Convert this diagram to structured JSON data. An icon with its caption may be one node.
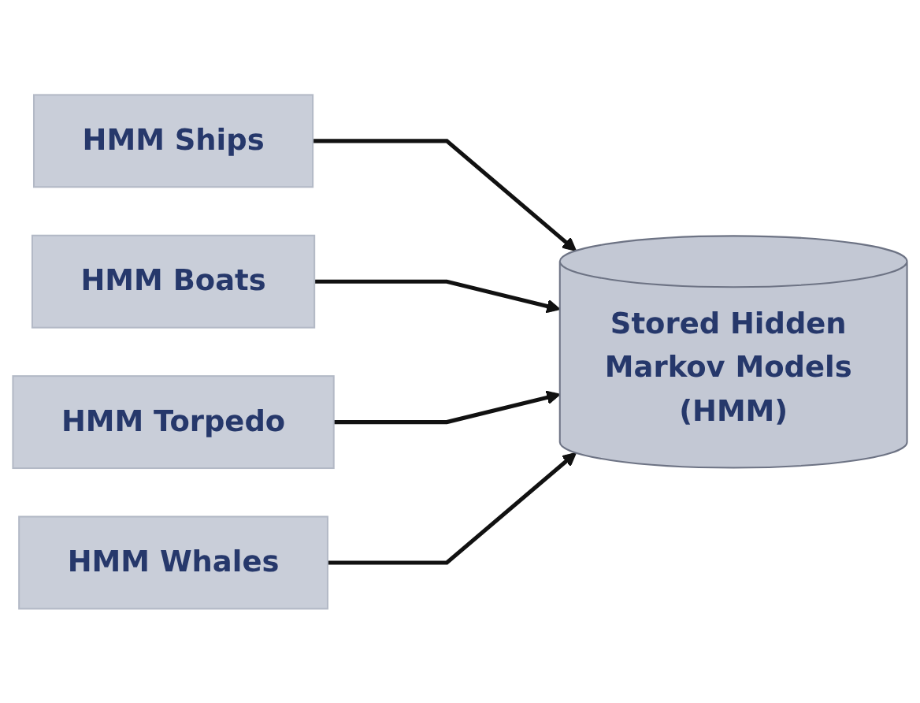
{
  "diagram": {
    "nodes": [
      {
        "text": [
          "HMM Ships"
        ]
      },
      {
        "text": [
          "HMM Boats"
        ]
      },
      {
        "text": [
          "HMM Torpedo"
        ]
      },
      {
        "text": [
          "HMM Whales"
        ]
      },
      {
        "text": [
          "Stored Hidden Markov Models (HMM)"
        ]
      }
    ],
    "edges": [
      {
        "from": 0,
        "to": 4,
        "arrow": "to"
      },
      {
        "from": 1,
        "to": 4,
        "arrow": "to"
      },
      {
        "from": 2,
        "to": 4,
        "arrow": "to"
      },
      {
        "from": 3,
        "to": 4,
        "arrow": "to"
      }
    ]
  }
}
